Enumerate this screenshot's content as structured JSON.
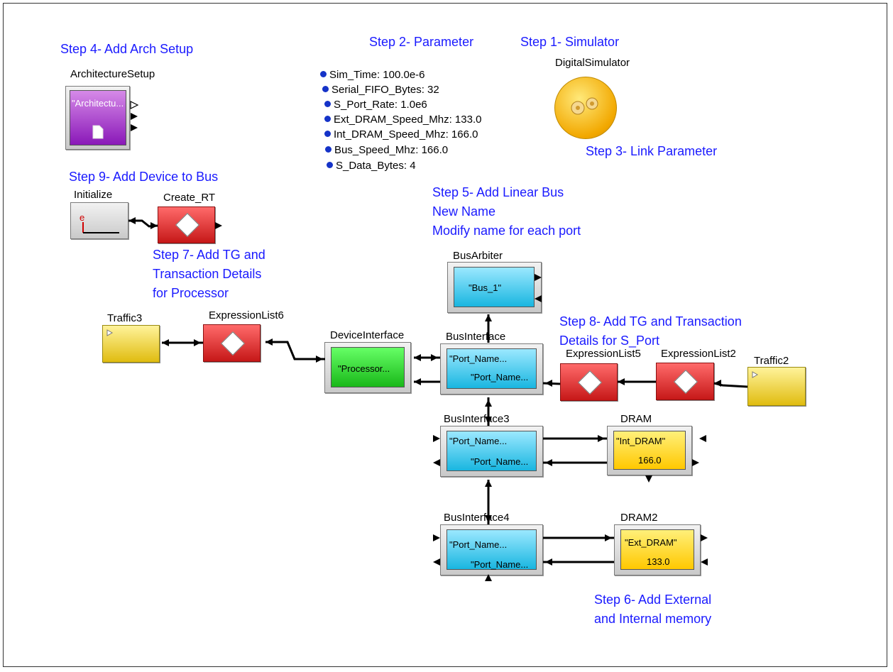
{
  "steps": {
    "step1": "Step 1- Simulator",
    "step2": "Step 2- Parameter",
    "step3": "Step 3- Link Parameter",
    "step4": "Step 4- Add Arch Setup",
    "step5_l1": "Step 5- Add Linear Bus",
    "step5_l2": "New Name",
    "step5_l3": "Modify name for each port",
    "step6_l1": "Step 6- Add External",
    "step6_l2": "and Internal memory",
    "step7_l1": "Step 7- Add TG and",
    "step7_l2": "Transaction Details",
    "step7_l3": "for Processor",
    "step8_l1": "Step 8- Add TG and Transaction",
    "step8_l2": "Details for S_Port",
    "step9": "Step 9- Add Device to Bus"
  },
  "parameters": [
    "Sim_Time: 100.0e-6",
    "Serial_FIFO_Bytes: 32",
    "S_Port_Rate: 1.0e6",
    "Ext_DRAM_Speed_Mhz: 133.0",
    "Int_DRAM_Speed_Mhz: 166.0",
    "Bus_Speed_Mhz: 166.0",
    "S_Data_Bytes: 4"
  ],
  "blocks": {
    "digital_simulator": "DigitalSimulator",
    "architecture_setup": {
      "title": "ArchitectureSetup",
      "text": "\"Architectu..."
    },
    "initialize": {
      "title": "Initialize",
      "icon_letter": "e"
    },
    "create_rt": "Create_RT",
    "traffic3": "Traffic3",
    "expressionlist6": "ExpressionList6",
    "device_interface": {
      "title": "DeviceInterface",
      "text": "\"Processor..."
    },
    "bus_arbiter": {
      "title": "BusArbiter",
      "text": "\"Bus_1\""
    },
    "bus_interface": {
      "title": "BusInterface",
      "text1": "\"Port_Name...",
      "text2": "\"Port_Name..."
    },
    "expressionlist5": "ExpressionList5",
    "expressionlist2": "ExpressionList2",
    "traffic2": "Traffic2",
    "bus_interface3": {
      "title": "BusInterface3",
      "text1": "\"Port_Name...",
      "text2": "\"Port_Name..."
    },
    "dram": {
      "title": "DRAM",
      "text1": "\"Int_DRAM\"",
      "text2": "166.0"
    },
    "bus_interface4": {
      "title": "BusInterface4",
      "text1": "\"Port_Name...",
      "text2": "\"Port_Name..."
    },
    "dram2": {
      "title": "DRAM2",
      "text1": "\"Ext_DRAM\"",
      "text2": "133.0"
    }
  },
  "colors": {
    "step_text": "#1a1aff",
    "bus_blocks": "#19b6e0",
    "processor": "#19b819",
    "memory": "#ffc800",
    "expression": "#c61818",
    "arch_setup": "#8a18b8"
  }
}
